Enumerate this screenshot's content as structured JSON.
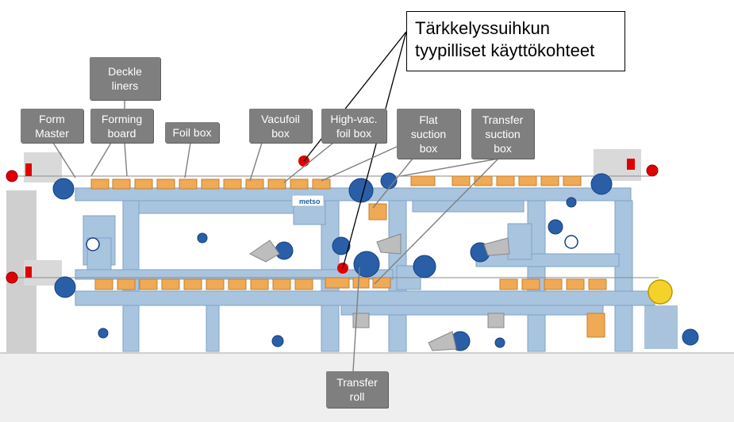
{
  "main_label": {
    "lines": [
      "Tärkkelyssuihkun",
      "tyypilliset käyttökohteet"
    ]
  },
  "callouts": {
    "deckle_liners": [
      "Deckle",
      "liners"
    ],
    "form_master": [
      "Form",
      "Master"
    ],
    "forming_board": [
      "Forming",
      "board"
    ],
    "foil_box": [
      "Foil box"
    ],
    "vacufoil_box": [
      "Vacufoil",
      "box"
    ],
    "high_vac_foil_box": [
      "High-vac.",
      "foil box"
    ],
    "flat_suction_box": [
      "Flat",
      "suction",
      "box"
    ],
    "transfer_suction_box": [
      "Transfer",
      "suction",
      "box"
    ],
    "transfer_roll": [
      "Transfer",
      "roll"
    ]
  },
  "logo": {
    "text": "metso"
  },
  "colors": {
    "frame": "#a9c4df",
    "box": "#f0a955",
    "roll": "#2a5fa8",
    "marker": "#e00000",
    "callout": "#7f7f7f"
  }
}
